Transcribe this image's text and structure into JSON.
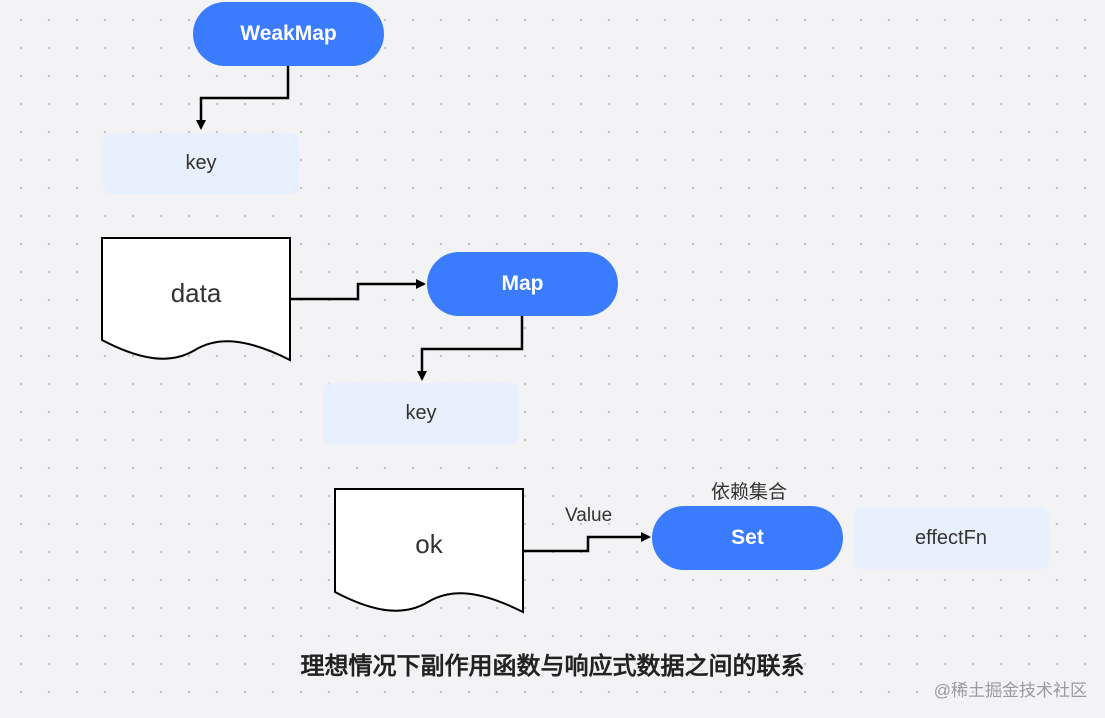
{
  "nodes": {
    "weakmap": "WeakMap",
    "key_1": "key",
    "doc_data": "data",
    "map": "Map",
    "key_2": "key",
    "doc_ok": "ok",
    "set": "Set",
    "effectfn": "effectFn"
  },
  "labels": {
    "value": "Value",
    "dependency_set": "依赖集合"
  },
  "caption": "理想情况下副作用函数与响应式数据之间的联系",
  "watermark": "@稀土掘金技术社区",
  "colors": {
    "pill": "#3b7cff",
    "box": "#e8effd",
    "background": "#f3f3f5"
  }
}
